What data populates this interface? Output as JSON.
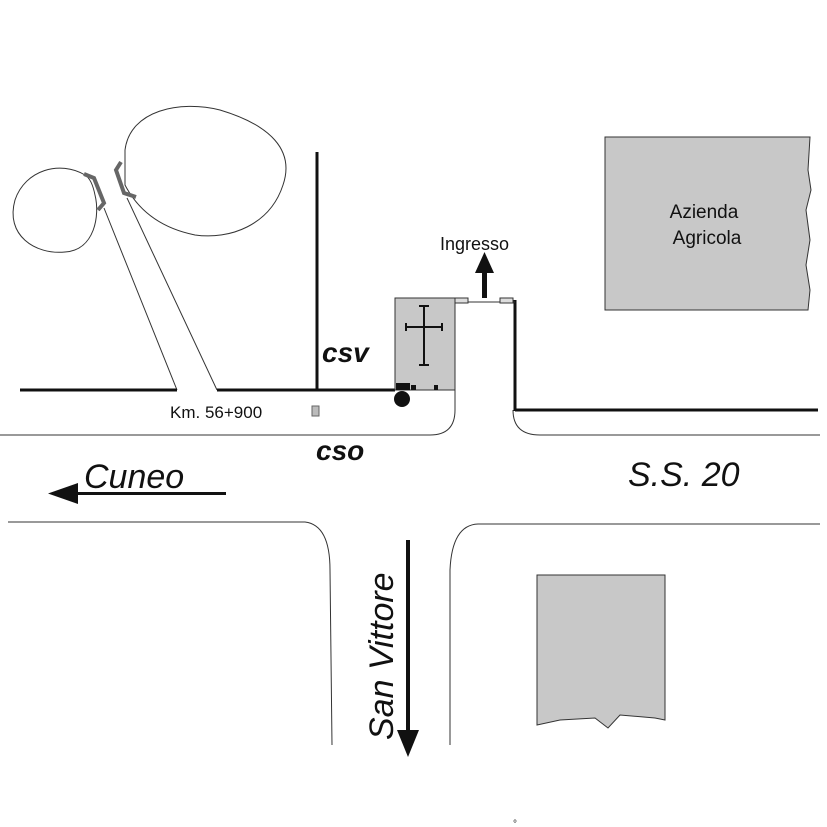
{
  "labels": {
    "farm_line1": "Azienda",
    "farm_line2": "Agricola",
    "entrance": "Ingresso",
    "csv": "csv",
    "km_marker": "Km. 56+900",
    "cso": "cso",
    "cuneo": "Cuneo",
    "highway": "S.S. 20",
    "san_vittore": "San Vittore",
    "degree_mark": "°"
  },
  "colors": {
    "building_fill": "#c8c8c8",
    "ink": "#111111",
    "tree_bracket": "#666666"
  }
}
